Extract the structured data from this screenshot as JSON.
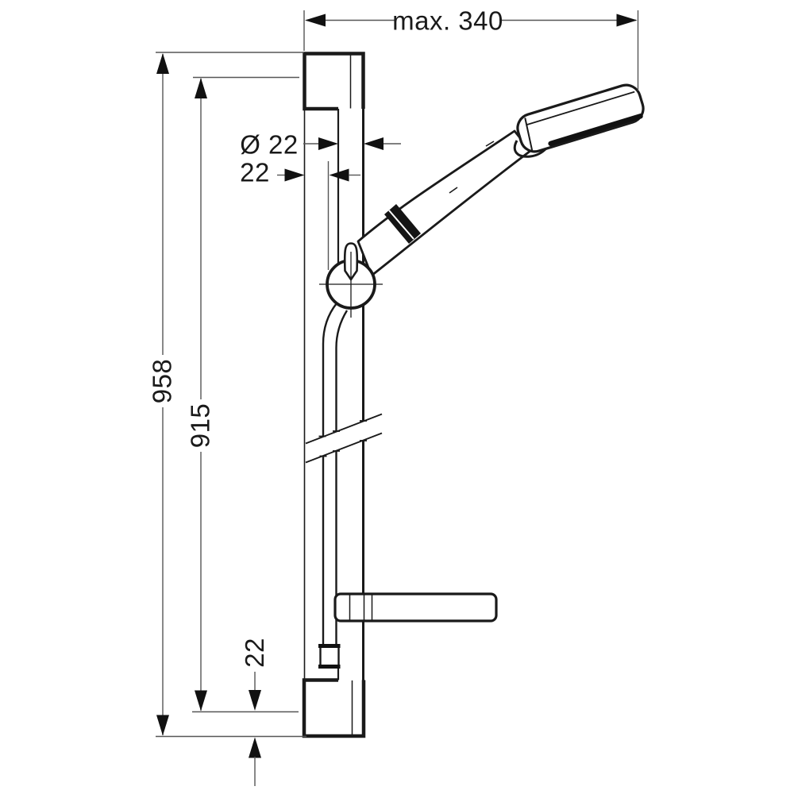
{
  "figure": {
    "kind": "technical-dimension-drawing",
    "subject": "wall-mounted shower slide bar set with hand shower, hose and soap dish (side elevation)",
    "background": "#ffffff",
    "colors": {
      "outline": "#1a1a1a",
      "dimension_line": "#565656",
      "arrowhead": "#111111",
      "text": "#1a1a1a"
    },
    "dimensions": {
      "max_width": {
        "label": "max. 340",
        "value": 340
      },
      "bar_diameter": {
        "label": "Ø 22",
        "value": 22
      },
      "wall_clearance": {
        "label": "22",
        "value": 22
      },
      "overall_height": {
        "label": "958",
        "value": 958
      },
      "bar_length": {
        "label": "915",
        "value": 915
      },
      "bottom_clearance": {
        "label": "22",
        "value": 22
      }
    }
  }
}
